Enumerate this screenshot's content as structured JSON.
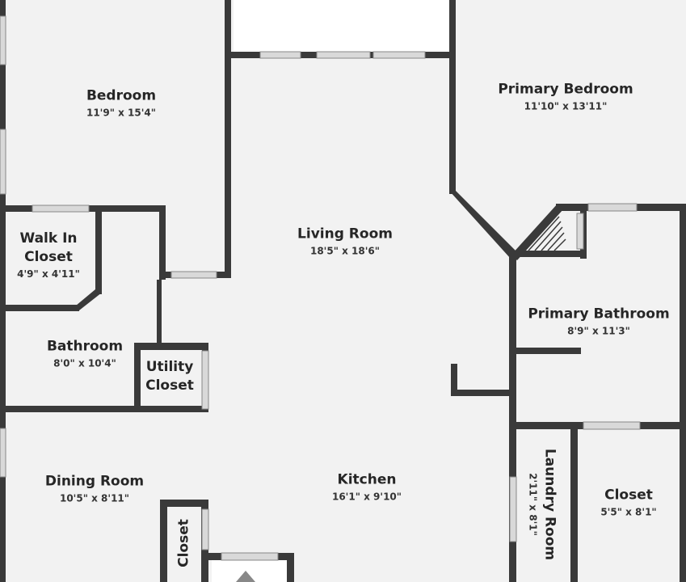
{
  "rooms": {
    "bedroom": {
      "name": "Bedroom",
      "dim": "11'9\" x 15'4\""
    },
    "primary_bedroom": {
      "name": "Primary Bedroom",
      "dim": "11'10\" x 13'11\""
    },
    "walk_in_closet": {
      "name": "Walk In Closet",
      "dim": "4'9\" x 4'11\""
    },
    "living_room": {
      "name": "Living Room",
      "dim": "18'5\" x 18'6\""
    },
    "primary_bathroom": {
      "name": "Primary Bathroom",
      "dim": "8'9\" x 11'3\""
    },
    "bathroom": {
      "name": "Bathroom",
      "dim": "8'0\" x 10'4\""
    },
    "utility_closet": {
      "name": "Utility Closet"
    },
    "dining_room": {
      "name": "Dining Room",
      "dim": "10'5\" x 8'11\""
    },
    "kitchen": {
      "name": "Kitchen",
      "dim": "16'1\" x 9'10\""
    },
    "laundry_room": {
      "name": "Laundry Room",
      "dim": "2'11\" x 8'1\""
    },
    "closet_right": {
      "name": "Closet",
      "dim": "5'5\" x 8'1\""
    },
    "closet_bottom": {
      "name": "Closet"
    }
  },
  "colors": {
    "wall": "#3a3a3a",
    "floor": "#f2f2f2",
    "outside": "#ffffff",
    "window": "#d9d9d9"
  }
}
